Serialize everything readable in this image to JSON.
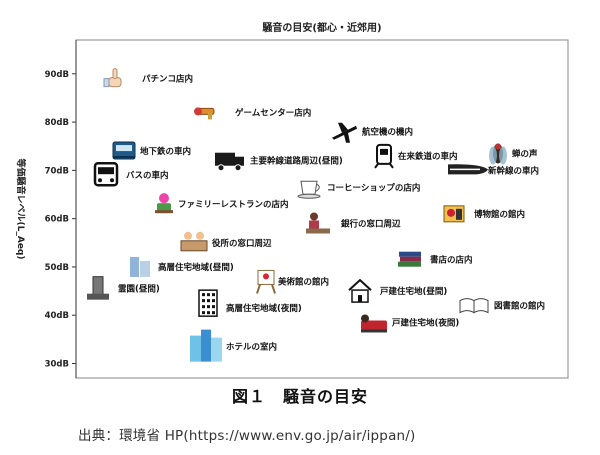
{
  "chart_data": {
    "type": "scatter",
    "title": "騒音の目安(都心・近郊用)",
    "ylabel": "等価騒音レベル(L_Aeq)",
    "ylim": [
      27,
      97
    ],
    "yticks": [
      30,
      40,
      50,
      60,
      70,
      80,
      90
    ],
    "ytick_labels": [
      "30dB",
      "40dB",
      "50dB",
      "60dB",
      "70dB",
      "80dB",
      "90dB"
    ],
    "grid": false,
    "points": [
      {
        "label": "パチンコ店内",
        "y": 89,
        "icon": "thumbs-up-icon"
      },
      {
        "label": "ゲームセンター店内",
        "y": 82,
        "icon": "toy-gun-icon"
      },
      {
        "label": "航空機の機内",
        "y": 78,
        "icon": "airplane-icon"
      },
      {
        "label": "地下鉄の車内",
        "y": 74,
        "icon": "subway-train-icon"
      },
      {
        "label": "主要幹線道路周辺(昼間)",
        "y": 72,
        "icon": "truck-icon"
      },
      {
        "label": "在来鉄道の車内",
        "y": 73,
        "icon": "train-icon"
      },
      {
        "label": "蝉の声",
        "y": 73.5,
        "icon": "cicada-icon"
      },
      {
        "label": "バスの車内",
        "y": 69,
        "icon": "bus-icon"
      },
      {
        "label": "新幹線の車内",
        "y": 70,
        "icon": "bullet-train-icon"
      },
      {
        "label": "コーヒーショップの店内",
        "y": 66.5,
        "icon": "coffee-cup-icon"
      },
      {
        "label": "ファミリーレストランの店内",
        "y": 63,
        "icon": "restaurant-icon"
      },
      {
        "label": "博物館の館内",
        "y": 61,
        "icon": "museum-icon"
      },
      {
        "label": "銀行の窓口周辺",
        "y": 59,
        "icon": "bank-teller-icon"
      },
      {
        "label": "役所の窓口周辺",
        "y": 55,
        "icon": "office-counter-icon"
      },
      {
        "label": "書店の店内",
        "y": 51.5,
        "icon": "books-icon"
      },
      {
        "label": "高層住宅地域(昼間)",
        "y": 50,
        "icon": "apartment-day-icon"
      },
      {
        "label": "美術館の館内",
        "y": 47,
        "icon": "easel-icon"
      },
      {
        "label": "霊園(昼間)",
        "y": 45.5,
        "icon": "grave-icon"
      },
      {
        "label": "戸建住宅地(昼間)",
        "y": 45,
        "icon": "house-icon"
      },
      {
        "label": "図書館の館内",
        "y": 42,
        "icon": "open-book-icon"
      },
      {
        "label": "高層住宅地域(夜間)",
        "y": 42.5,
        "icon": "apartment-night-icon"
      },
      {
        "label": "戸建住宅地(夜間)",
        "y": 38.5,
        "icon": "sleeping-person-icon"
      },
      {
        "label": "ホテルの室内",
        "y": 33.5,
        "icon": "hotel-icon"
      }
    ]
  },
  "caption": "図１　騒音の目安",
  "source": "出典：環境省 HP(https://www.env.go.jp/air/ippan/)"
}
